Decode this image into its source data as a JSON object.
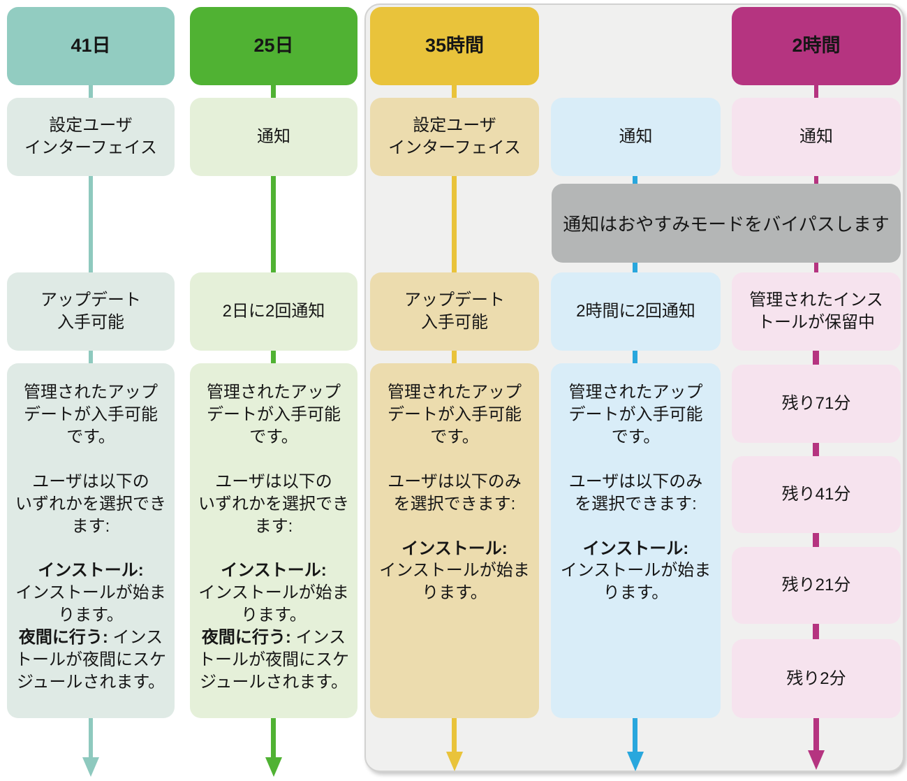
{
  "diagram": {
    "description_note": "通知はおやすみモードをバイパスします"
  },
  "panel": {
    "bg": "#f0f0ef",
    "border": "#d2d2d1"
  },
  "note": {
    "text": "通知はおやすみモードをバイパスします",
    "bg": "#b4b6b6"
  },
  "columns": [
    {
      "header": "41日",
      "colors": {
        "header": "#92ccc1",
        "box": "#dfeae5",
        "line": "#8ec9be"
      },
      "step1": "設定ユーザ\nインターフェイス",
      "step2": "アップデート\n入手可能",
      "paragraphs": [
        [
          {
            "t": "管理されたアップ\nデートが入手可能\nです。"
          }
        ],
        [
          {
            "t": "ユーザは以下の\nいずれかを選択でき\nます:"
          }
        ],
        [
          {
            "t": "インストール:",
            "b": true
          },
          {
            "t": "\nインストールが始ま\nります。\n"
          },
          {
            "t": "夜間に行う:",
            "b": true
          },
          {
            "t": " インス\nトールが夜間にスケ\nジュールされます。"
          }
        ]
      ]
    },
    {
      "header": "25日",
      "colors": {
        "header": "#50b233",
        "box": "#e5f0d9",
        "line": "#50b233"
      },
      "step1": "通知",
      "step2": "2日に2回通知",
      "paragraphs": [
        [
          {
            "t": "管理されたアップ\nデートが入手可能\nです。"
          }
        ],
        [
          {
            "t": "ユーザは以下の\nいずれかを選択でき\nます:"
          }
        ],
        [
          {
            "t": "インストール:",
            "b": true
          },
          {
            "t": "\nインストールが始ま\nります。\n"
          },
          {
            "t": "夜間に行う:",
            "b": true
          },
          {
            "t": " インス\nトールが夜間にスケ\nジュールされます。"
          }
        ]
      ]
    },
    {
      "header": "35時間",
      "colors": {
        "header": "#e9c33b",
        "box": "#ecdcae",
        "line": "#e9c33b"
      },
      "step1": "設定ユーザ\nインターフェイス",
      "step2": "アップデート\n入手可能",
      "paragraphs": [
        [
          {
            "t": "管理されたアップ\nデートが入手可能\nです。"
          }
        ],
        [
          {
            "t": "ユーザは以下のみ\nを選択できます:"
          }
        ],
        [
          {
            "t": "インストール:",
            "b": true
          },
          {
            "t": "\nインストールが始ま\nります。"
          }
        ]
      ]
    },
    {
      "header": "",
      "colors": {
        "header": "",
        "box": "#d9edf8",
        "line": "#29a7dd"
      },
      "step1": "通知",
      "step2": "2時間に2回通知",
      "paragraphs": [
        [
          {
            "t": "管理されたアップ\nデートが入手可能\nです。"
          }
        ],
        [
          {
            "t": "ユーザは以下のみ\nを選択できます:"
          }
        ],
        [
          {
            "t": "インストール:",
            "b": true
          },
          {
            "t": "\nインストールが始ま\nります。"
          }
        ]
      ]
    },
    {
      "header": "2時間",
      "colors": {
        "header": "#b53480",
        "box": "#f6e3ee",
        "line": "#b53480"
      },
      "step1": "通知",
      "step2": "管理されたインス\nトールが保留中",
      "countdown": [
        "残り71分",
        "残り41分",
        "残り21分",
        "残り2分"
      ]
    }
  ]
}
